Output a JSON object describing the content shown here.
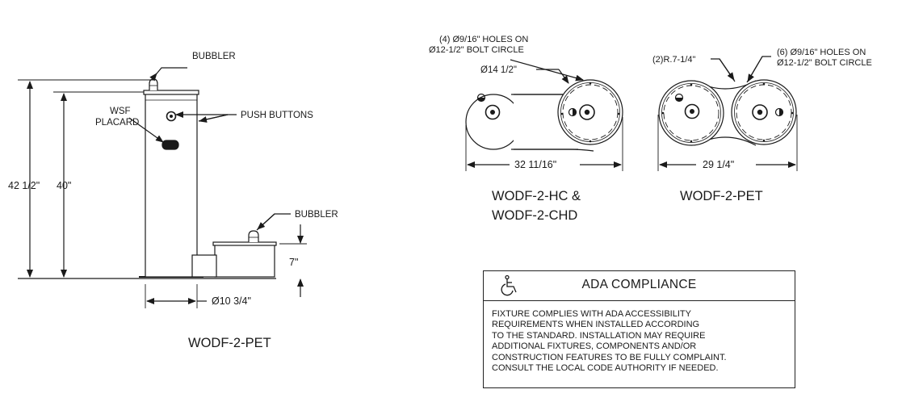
{
  "views": {
    "side": {
      "title": "WODF-2-PET",
      "bubbler_top": "BUBBLER",
      "push_buttons": "PUSH BUTTONS",
      "wsf_placard": [
        "WSF",
        "PLACARD"
      ],
      "bubbler_low": "BUBBLER",
      "dim_overall": "42 1/2\"",
      "dim_bubbler": "40\"",
      "dim_low": "7\"",
      "dim_diameter": "Ø10 3/4\""
    },
    "top_hc": {
      "title_lines": [
        "WODF-2-HC &",
        "WODF-2-CHD"
      ],
      "holes_note": [
        "(4) Ø9/16\" HOLES ON",
        "Ø12-1/2\" BOLT CIRCLE"
      ],
      "dim_diameter": "Ø14 1/2\"",
      "dim_width": "32 11/16\""
    },
    "top_pet": {
      "title": "WODF-2-PET",
      "radius_note": "(2)R.7-1/4\"",
      "holes_note": [
        "(6) Ø9/16\" HOLES ON",
        "Ø12-1/2\" BOLT CIRCLE"
      ],
      "dim_width": "29 1/4\""
    }
  },
  "ada": {
    "title": "ADA COMPLIANCE",
    "icon": "wheelchair-icon",
    "body_lines": [
      "FIXTURE COMPLIES WITH ADA ACCESSIBILITY",
      "REQUIREMENTS WHEN INSTALLED ACCORDING",
      "TO THE STANDARD. INSTALLATION MAY REQUIRE",
      "ADDITIONAL FIXTURES, COMPONENTS AND/OR",
      "CONSTRUCTION FEATURES TO BE FULLY COMPLAINT.",
      "CONSULT THE LOCAL CODE AUTHORITY IF NEEDED."
    ]
  }
}
